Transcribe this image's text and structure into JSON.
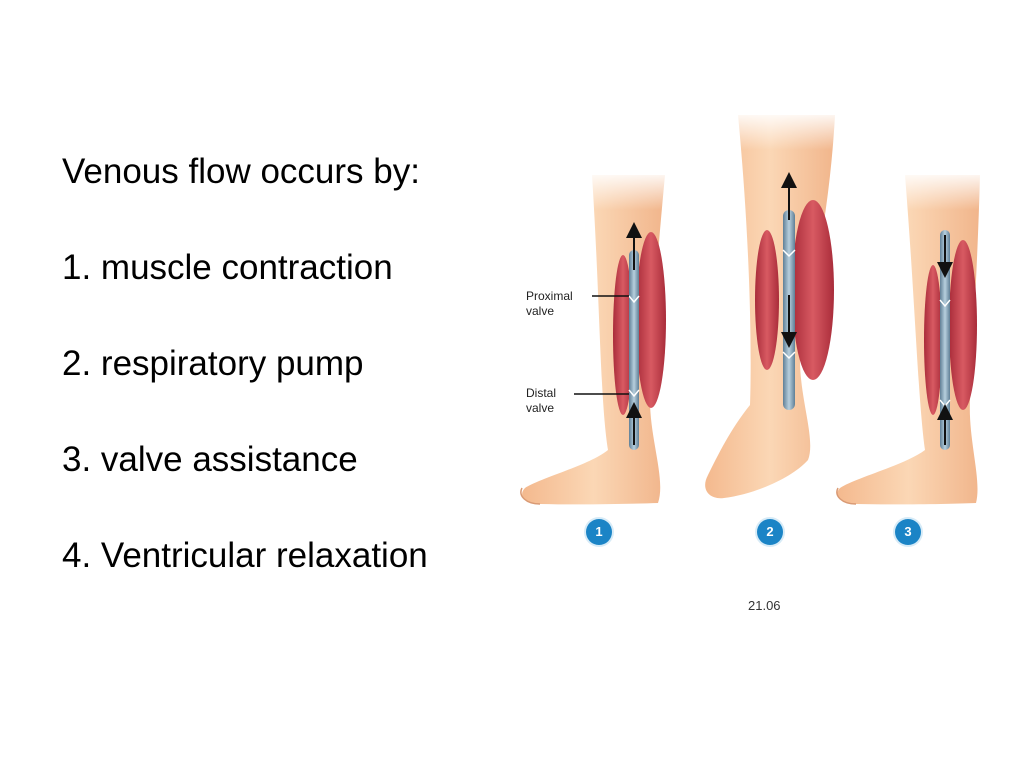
{
  "slide": {
    "heading": "Venous flow occurs by:",
    "items": [
      "1. muscle contraction",
      "2. respiratory pump",
      "3. valve assistance",
      "4. Ventricular relaxation"
    ]
  },
  "figure": {
    "labels": {
      "proximal_line1": "Proximal",
      "proximal_line2": "valve",
      "distal_line1": "Distal",
      "distal_line2": "valve"
    },
    "panels": [
      {
        "number": "1"
      },
      {
        "number": "2"
      },
      {
        "number": "3"
      }
    ],
    "figure_number": "21.06",
    "colors": {
      "skin": "#f8c9a0",
      "muscle": "#c9434f",
      "vein": "#7f9fb5",
      "badge": "#1b84c6"
    }
  }
}
